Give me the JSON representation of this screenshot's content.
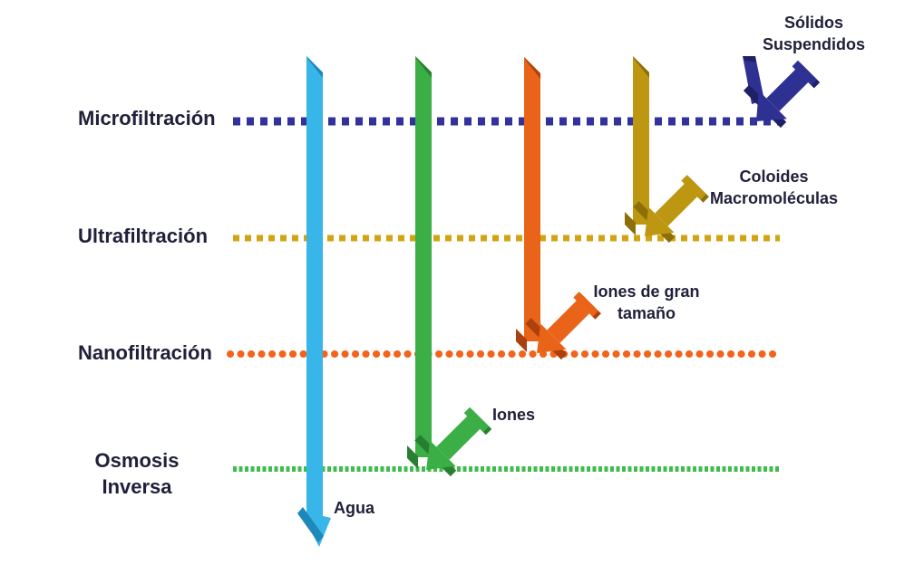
{
  "diagram": {
    "background": "#ffffff",
    "text_color": "#20203a",
    "processes": [
      {
        "id": "microfiltracion",
        "lines": [
          "Microfiltración"
        ],
        "line_color": "#31329b",
        "line_style": "square-dash"
      },
      {
        "id": "ultrafiltracion",
        "lines": [
          "Ultrafiltración"
        ],
        "line_color": "#d2a414",
        "line_style": "square-dash"
      },
      {
        "id": "nanofiltracion",
        "lines": [
          "Nanofiltración"
        ],
        "line_color": "#f2641c",
        "line_style": "round-dot"
      },
      {
        "id": "osmosis-inversa",
        "lines": [
          "Osmosis",
          "Inversa"
        ],
        "line_color": "#3fbc4b",
        "line_style": "fine-dash"
      }
    ],
    "substances": [
      {
        "id": "agua",
        "lines": [
          "Agua"
        ],
        "arrow_color": "#38b6e9",
        "arrow_dark": "#1e88bb"
      },
      {
        "id": "iones",
        "lines": [
          "Iones"
        ],
        "arrow_color": "#3bae45",
        "arrow_dark": "#27802f"
      },
      {
        "id": "iones-gran-tamano",
        "lines": [
          "Iones de gran",
          "tamaño"
        ],
        "arrow_color": "#e96418",
        "arrow_dark": "#ac400e"
      },
      {
        "id": "coloides-macromoleculas",
        "lines": [
          "Coloides",
          "Macromoléculas"
        ],
        "arrow_color": "#bd9711",
        "arrow_dark": "#8c6f08"
      },
      {
        "id": "solidos-suspendidos",
        "lines": [
          "Sólidos",
          "Suspendidos"
        ],
        "arrow_color": "#2e3192",
        "arrow_dark": "#1e2166"
      }
    ]
  }
}
